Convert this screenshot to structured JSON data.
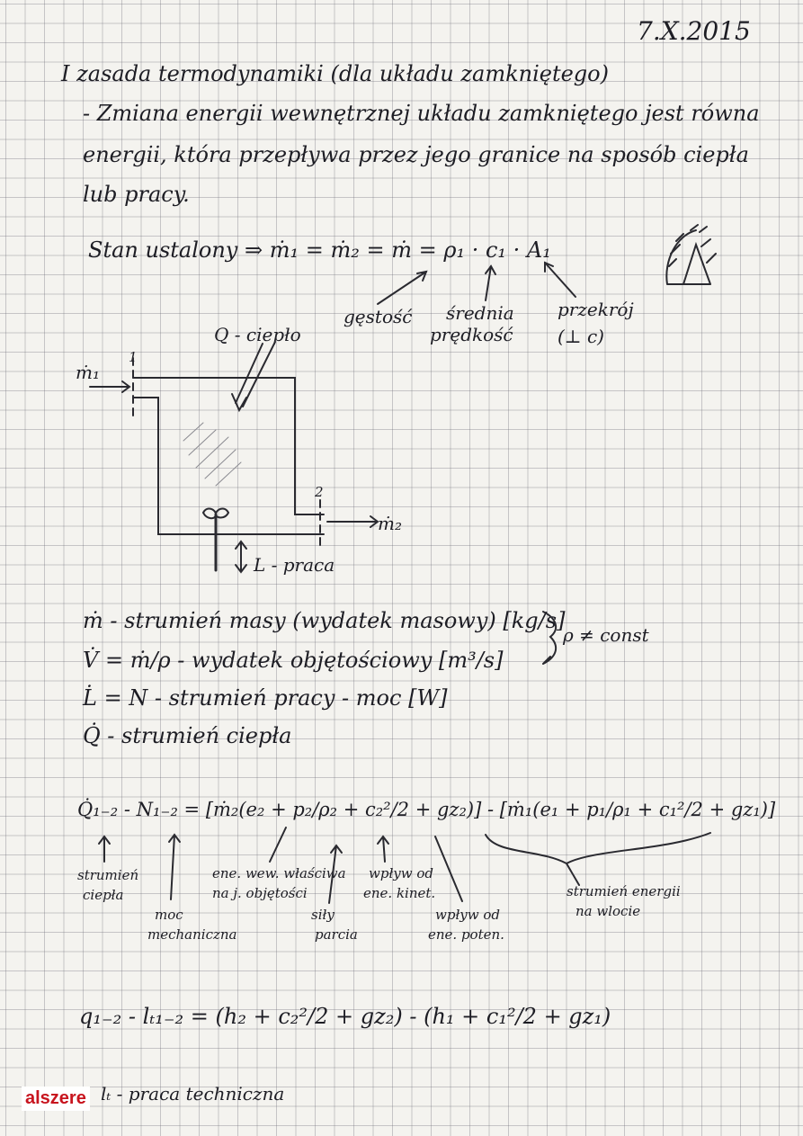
{
  "header": {
    "date": "7.X.2015"
  },
  "section1": {
    "title": "I zasada termodynamiki (dla układu zamkniętego)",
    "line1": "- Zmiana energii wewnętrznej układu zamkniętego jest równa",
    "line2": "energii, która przepływa przez jego granice na sposób ciepła",
    "line3": "lub pracy."
  },
  "steady_state": {
    "equation": "Stan ustalony ⇒ ṁ₁ = ṁ₂ = ṁ = ρ₁ · c₁ · A₁",
    "label_density": "gęstość",
    "label_velocity_1": "średnia",
    "label_velocity_2": "prędkość",
    "label_section_1": "przekrój",
    "label_section_2": "(⊥ c)"
  },
  "diagram": {
    "heat_label": "Q - ciepło",
    "m1_label": "ṁ₁",
    "m2_label": "ṁ₂",
    "point1": "1",
    "point2": "2",
    "work_label": "L - praca"
  },
  "definitions": {
    "d1": "ṁ - strumień masy (wydatek masowy) [kg/s]",
    "d2": "V̇ = ṁ/ρ - wydatek objętościowy [m³/s]",
    "d3": "L̇ = N - strumień pracy - moc [W]",
    "d4": "Q̇ - strumień ciepła",
    "brace_note": "ρ ≠ const"
  },
  "balance": {
    "equation": "Q̇₁₋₂ - N₁₋₂ = [ṁ₂(e₂ + p₂/ρ₂ + c₂²/2 + gz₂)] - [ṁ₁(e₁ + p₁/ρ₁ + c₁²/2 + gz₁)]",
    "ann_heat_1": "strumień",
    "ann_heat_2": "ciepła",
    "ann_power_1": "moc",
    "ann_power_2": "mechaniczna",
    "ann_energy_1": "ene. wew. właściwa",
    "ann_energy_2": "na j. objętości",
    "ann_pressure_1": "siły",
    "ann_pressure_2": "parcia",
    "ann_kinetic_1": "wpływ od",
    "ann_kinetic_2": "ene. kinet.",
    "ann_potential_1": "wpływ od",
    "ann_potential_2": "ene. poten.",
    "ann_inlet_1": "strumień energii",
    "ann_inlet_2": "na wlocie"
  },
  "specific": {
    "equation": "q₁₋₂ - lₜ₁₋₂ = (h₂ + c₂²/2 + gz₂) - (h₁ + c₁²/2 + gz₁)",
    "note": "lₜ - praca techniczna"
  },
  "watermark": "alszere"
}
